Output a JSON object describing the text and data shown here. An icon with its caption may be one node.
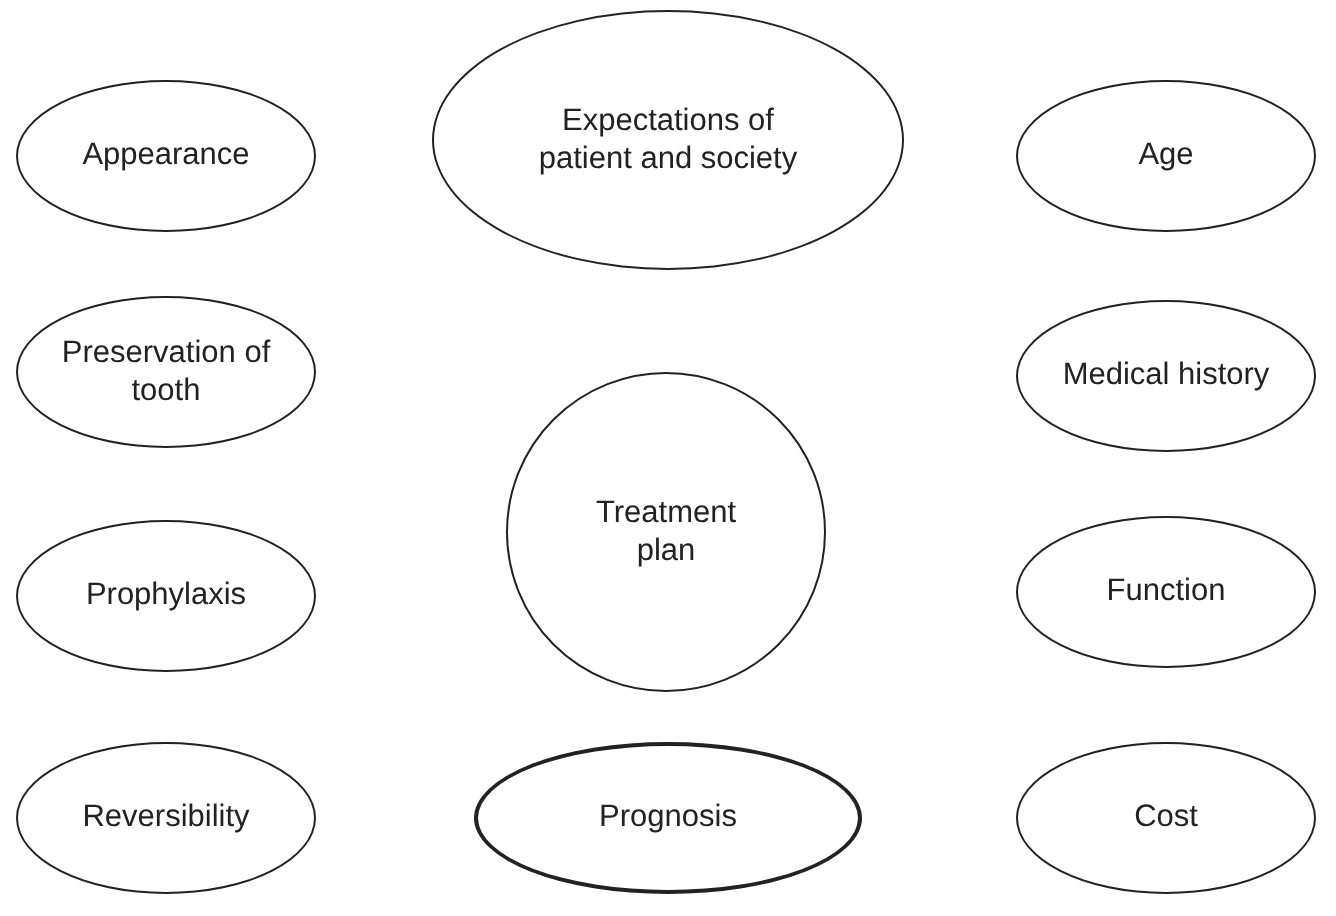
{
  "diagram": {
    "nodes": [
      {
        "text": [
          "Appearance"
        ]
      },
      {
        "text": [
          "Expectations of patient and society"
        ]
      },
      {
        "text": [
          "Age"
        ]
      },
      {
        "text": [
          "Preservation of tooth"
        ]
      },
      {
        "text": [
          "Treatment plan"
        ]
      },
      {
        "text": [
          "Medical history"
        ]
      },
      {
        "text": [
          "Prophylaxis"
        ]
      },
      {
        "text": [
          "Function"
        ]
      },
      {
        "text": [
          "Reversibility"
        ]
      },
      {
        "text": [
          "Prognosis"
        ]
      },
      {
        "text": [
          "Cost"
        ]
      }
    ]
  }
}
